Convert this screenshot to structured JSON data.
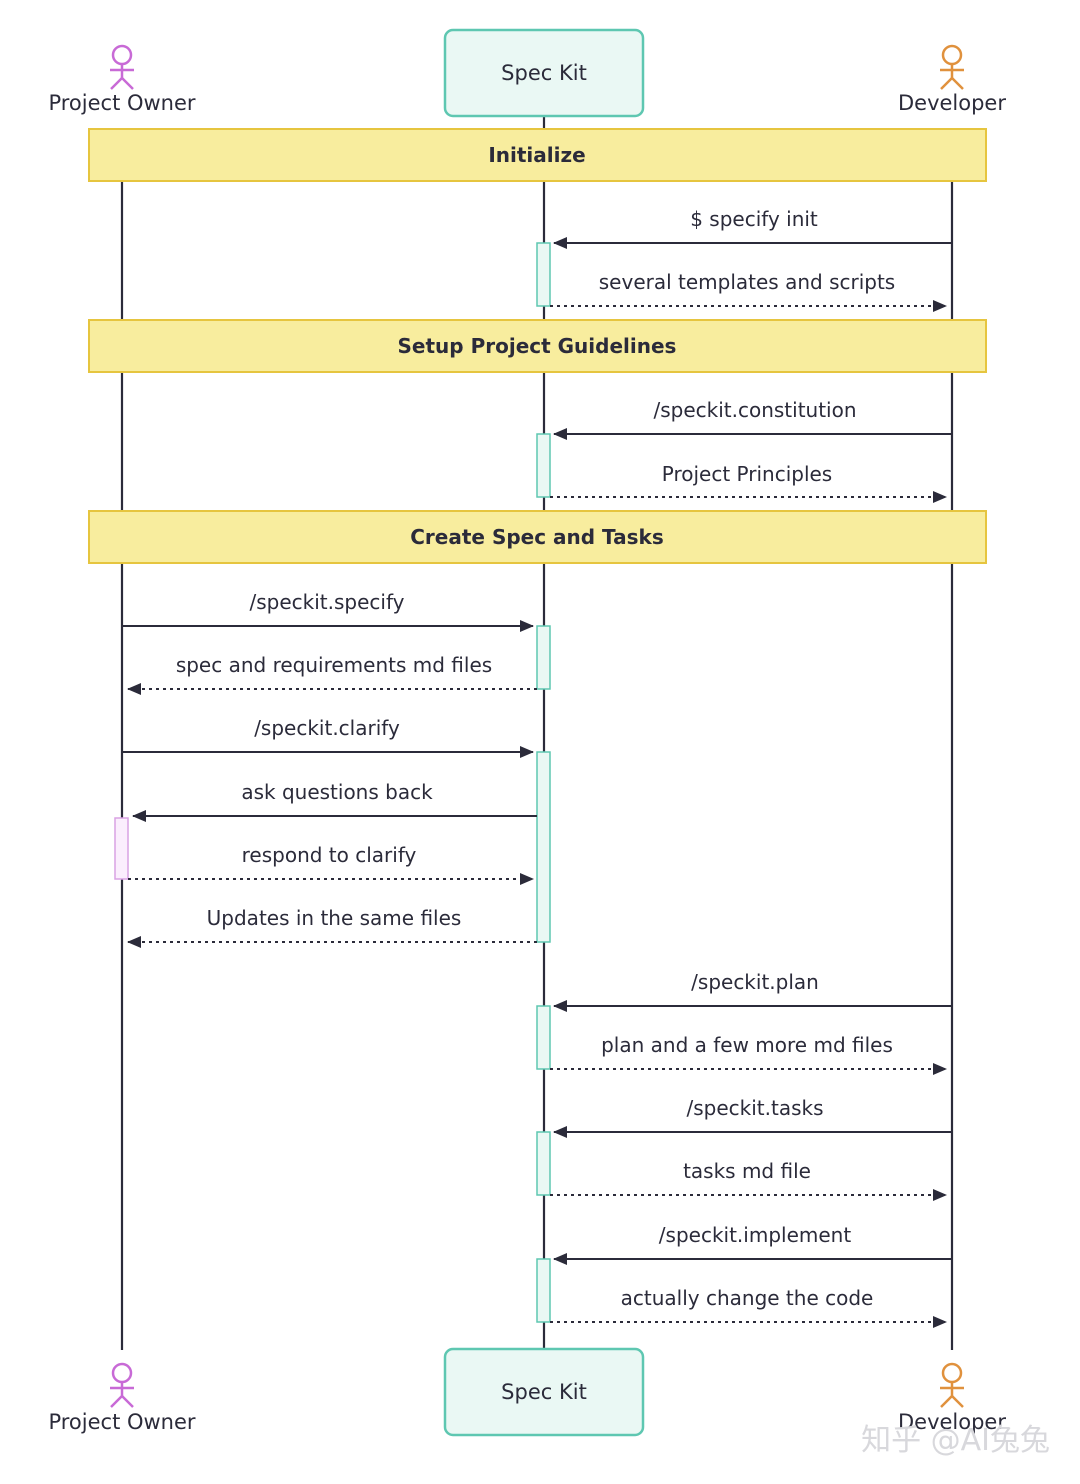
{
  "actors": {
    "owner": {
      "label": "Project Owner",
      "color": "#c86ad6",
      "kind": "person"
    },
    "speckit": {
      "label": "Spec Kit",
      "kind": "box",
      "fill": "#eaf8f4",
      "stroke": "#5ec7b1"
    },
    "developer": {
      "label": "Developer",
      "color": "#e0913d",
      "kind": "person"
    }
  },
  "sections": {
    "initialize": "Initialize",
    "guidelines": "Setup Project Guidelines",
    "create": "Create Spec and Tasks"
  },
  "messages": [
    {
      "text": "$ specify init",
      "from": "developer",
      "to": "speckit",
      "style": "solid"
    },
    {
      "text": "several templates and scripts",
      "from": "speckit",
      "to": "developer",
      "style": "dotted"
    },
    {
      "text": "/speckit.constitution",
      "from": "developer",
      "to": "speckit",
      "style": "solid"
    },
    {
      "text": "Project Principles",
      "from": "speckit",
      "to": "developer",
      "style": "dotted"
    },
    {
      "text": "/speckit.specify",
      "from": "owner",
      "to": "speckit",
      "style": "solid"
    },
    {
      "text": "spec and requirements md files",
      "from": "speckit",
      "to": "owner",
      "style": "dotted"
    },
    {
      "text": "/speckit.clarify",
      "from": "owner",
      "to": "speckit",
      "style": "solid"
    },
    {
      "text": "ask questions back",
      "from": "speckit",
      "to": "owner",
      "style": "solid"
    },
    {
      "text": "respond to clarify",
      "from": "owner",
      "to": "speckit",
      "style": "dotted"
    },
    {
      "text": "Updates in the same files",
      "from": "speckit",
      "to": "owner",
      "style": "dotted"
    },
    {
      "text": "/speckit.plan",
      "from": "developer",
      "to": "speckit",
      "style": "solid"
    },
    {
      "text": "plan and a few more md files",
      "from": "speckit",
      "to": "developer",
      "style": "dotted"
    },
    {
      "text": "/speckit.tasks",
      "from": "developer",
      "to": "speckit",
      "style": "solid"
    },
    {
      "text": "tasks md file",
      "from": "speckit",
      "to": "developer",
      "style": "dotted"
    },
    {
      "text": "/speckit.implement",
      "from": "developer",
      "to": "speckit",
      "style": "solid"
    },
    {
      "text": "actually change the code",
      "from": "speckit",
      "to": "developer",
      "style": "dotted"
    }
  ],
  "colors": {
    "section_fill": "#f8ed9e",
    "section_stroke": "#e6c53f",
    "lifeline": "#2b2b3a",
    "activation_owner_fill": "#fbeefd",
    "activation_owner_stroke": "#d9a2e3"
  },
  "watermark": "知乎 @AI兔兔"
}
